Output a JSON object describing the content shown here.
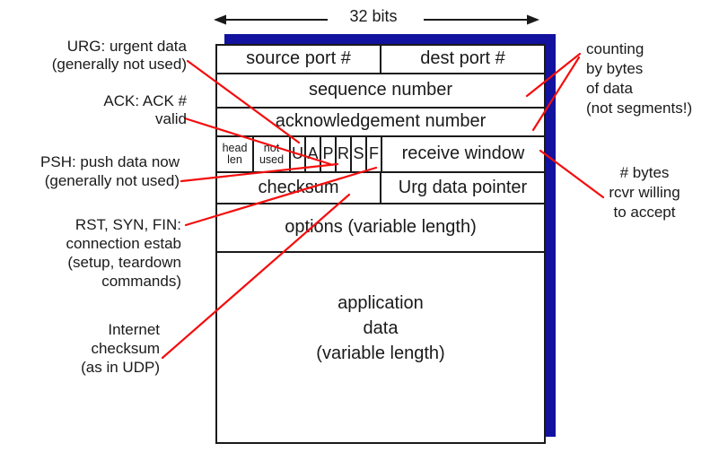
{
  "title": {
    "width_label": "32 bits"
  },
  "segment_table": {
    "rows": [
      {
        "name": "ports",
        "cells": [
          "source port #",
          "dest port #"
        ]
      },
      {
        "name": "sequence",
        "cells": [
          "sequence number"
        ]
      },
      {
        "name": "ack",
        "cells": [
          "acknowledgement number"
        ]
      },
      {
        "name": "flags",
        "cells": [
          "head\nlen",
          "not\nused",
          "U",
          "A",
          "P",
          "R",
          "S",
          "F",
          "receive window"
        ]
      },
      {
        "name": "checksum",
        "cells": [
          "checksum",
          "Urg data pointer"
        ]
      },
      {
        "name": "options",
        "cells": [
          "options (variable length)"
        ]
      },
      {
        "name": "appdata",
        "cells": [
          "application\ndata\n(variable length)"
        ]
      }
    ]
  },
  "annotations_left": [
    {
      "id": "urg",
      "text": "URG: urgent data\n(generally not used)"
    },
    {
      "id": "ack",
      "text": "ACK: ACK #\nvalid"
    },
    {
      "id": "psh",
      "text": "PSH: push data now\n(generally not used)"
    },
    {
      "id": "rst",
      "text": "RST, SYN, FIN:\nconnection estab\n(setup, teardown\ncommands)"
    },
    {
      "id": "checksum",
      "text": "Internet\nchecksum\n(as in UDP)"
    }
  ],
  "annotations_right": [
    {
      "id": "counting",
      "text": "counting\nby bytes\nof data\n(not segments!)"
    },
    {
      "id": "rcv_window",
      "text": "# bytes\nrcvr willing\nto accept"
    }
  ],
  "colors": {
    "shadow_blue": "#12129e",
    "callout_red": "#f50d0d",
    "ink": "#1a1a1a"
  }
}
